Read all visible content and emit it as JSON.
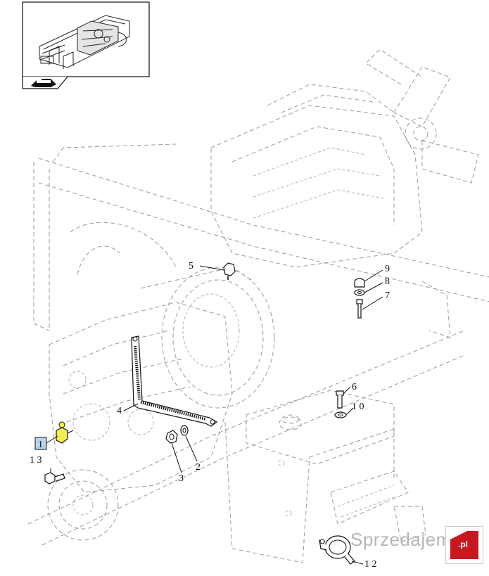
{
  "callouts": {
    "c1": "1",
    "c2": "2",
    "c3": "3",
    "c4": "4",
    "c5": "5",
    "c6": "6",
    "c7": "7",
    "c8": "8",
    "c9": "9",
    "c10": "1 0",
    "c12": "1 2",
    "c13": "1 3"
  },
  "watermark": {
    "text": "Sprzedajemy",
    "badge": ".pl"
  },
  "colors": {
    "highlight_fill": "#b7d4ea",
    "highlight_part": "#f2ee4e",
    "line": "#111111",
    "ghost": "#9a9a9a"
  }
}
